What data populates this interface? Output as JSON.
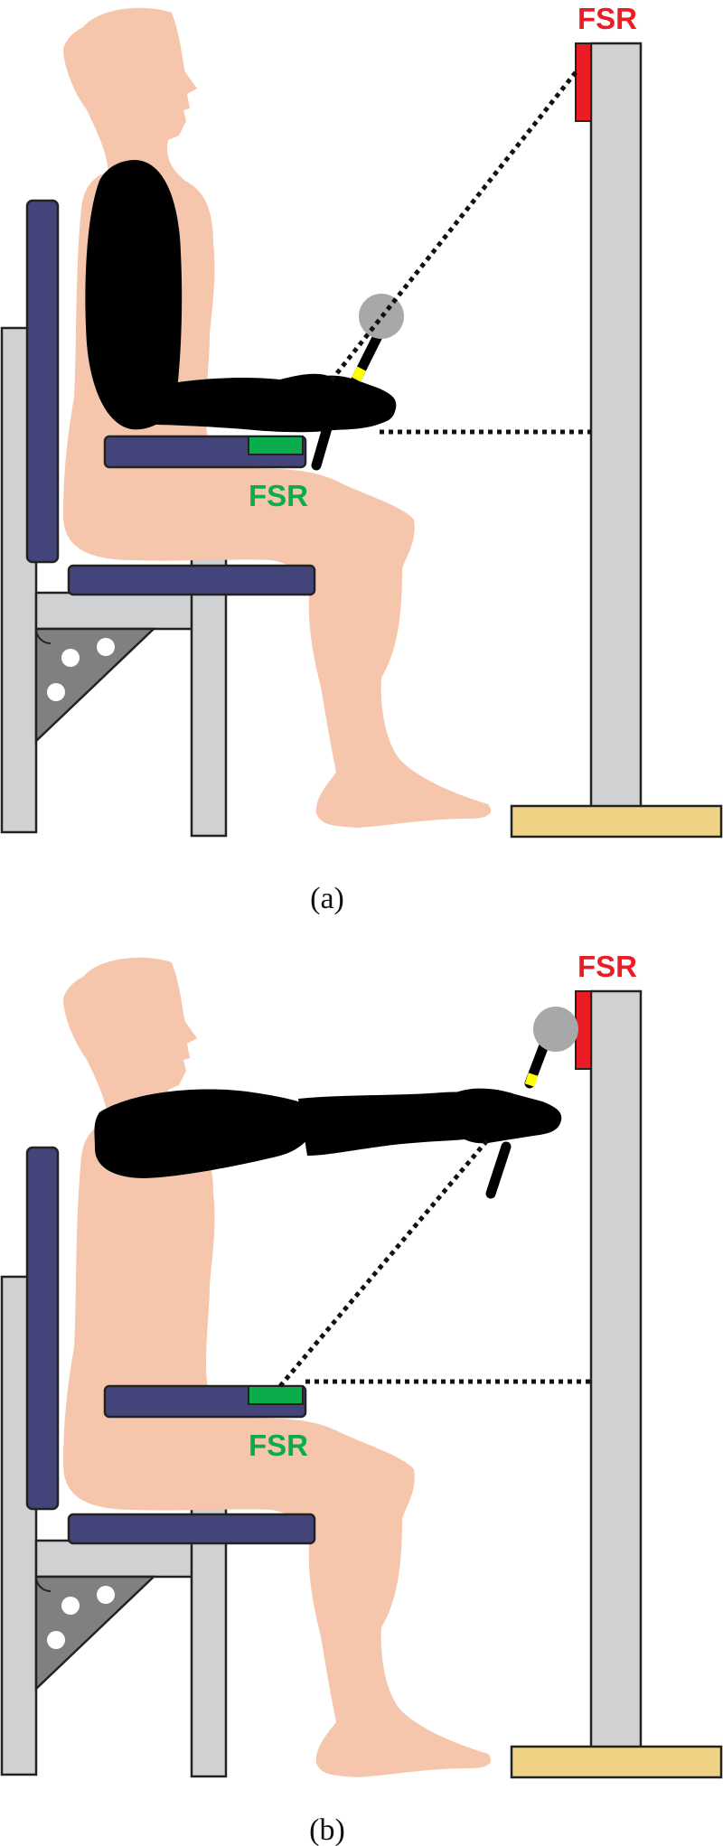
{
  "panels": [
    {
      "caption": "(a)",
      "labels": {
        "wall_sensor": "FSR",
        "armrest_sensor": "FSR"
      }
    },
    {
      "caption": "(b)",
      "labels": {
        "wall_sensor": "FSR",
        "armrest_sensor": "FSR"
      }
    }
  ],
  "colors": {
    "skin": "#f5c5ac",
    "arm": "#000000",
    "chair_frame": "#d0d1d2",
    "chair_pad": "#43447a",
    "bracket": "#808080",
    "post": "#d0d1d2",
    "base": "#efd284",
    "fsr_wall": "#ec1c24",
    "fsr_armrest": "#0bac4b",
    "ball": "#a7a8a9",
    "wrist_band": "#ffff00",
    "string": "#111111"
  },
  "icons": {
    "person": "seated-person-silhouette",
    "chair": "chair-with-armrest",
    "post": "vertical-post-on-base",
    "pointer": "handheld-pointer-ball"
  }
}
